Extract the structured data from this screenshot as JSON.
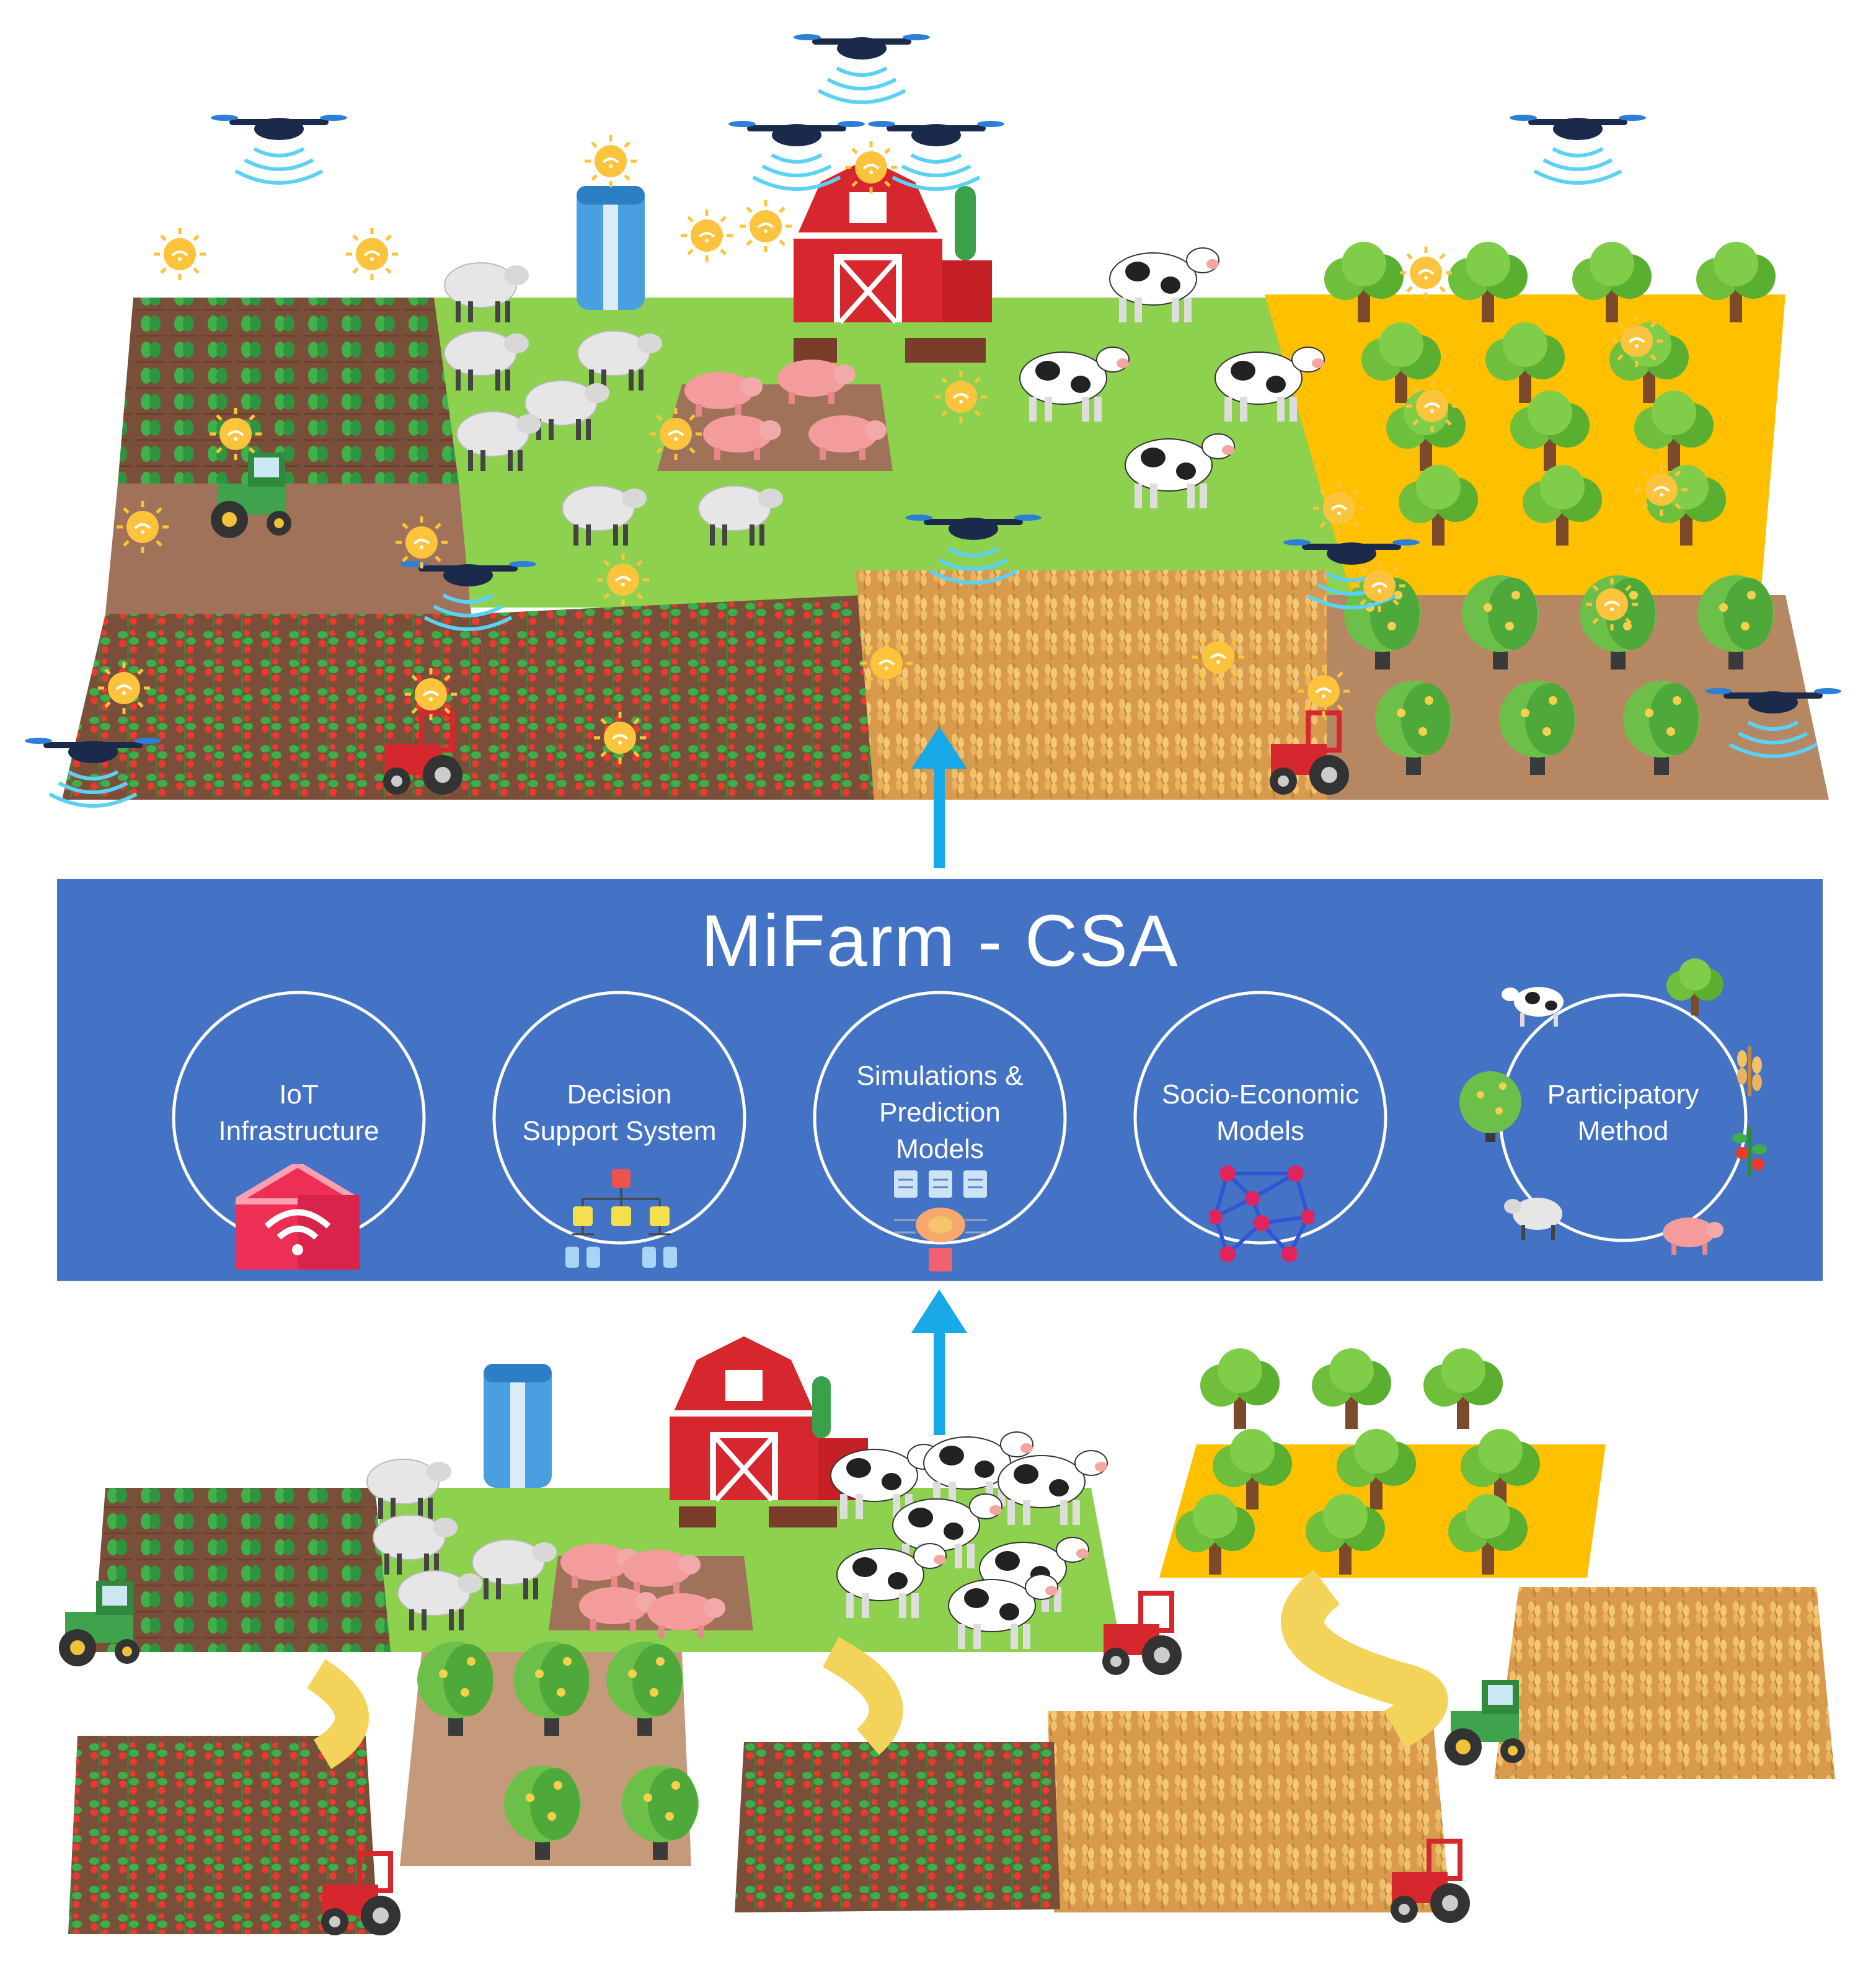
{
  "title": "MiFarm - CSA",
  "modules": [
    {
      "lines": [
        "IoT",
        "Infrastructure"
      ],
      "icon": "smart-home-wifi-icon"
    },
    {
      "lines": [
        "Decision",
        "Support System"
      ],
      "icon": "hierarchy-tree-icon"
    },
    {
      "lines": [
        "Simulations &",
        "Prediction",
        "Models"
      ],
      "icon": "ai-brain-documents-icon"
    },
    {
      "lines": [
        "Socio-Economic",
        "Models"
      ],
      "icon": "network-graph-icon"
    },
    {
      "lines": [
        "Participatory",
        "Method"
      ],
      "icon": "farm-cycle-icon"
    }
  ],
  "colors": {
    "panel": "#4472c4",
    "arrow": "#18a9e8",
    "grass": "#8ed14f",
    "soil": "#a0725a",
    "dark_soil": "#7a4f3a",
    "orchard_yellow": "#ffc000",
    "wheat": "#e8b15b",
    "barn_red": "#d7272e"
  }
}
